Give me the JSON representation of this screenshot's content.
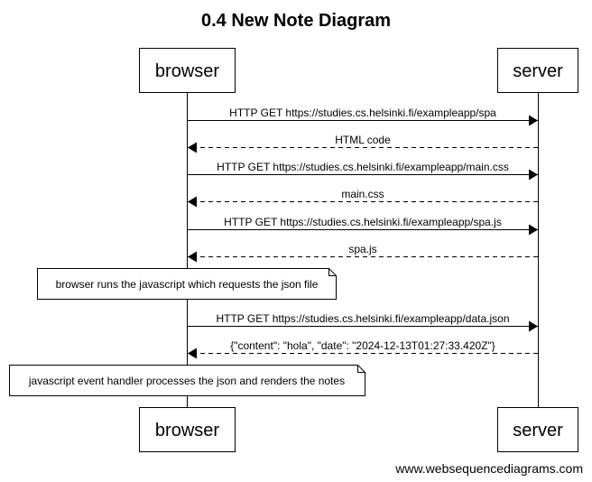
{
  "diagram": {
    "title": "0.4 New Note Diagram",
    "actors": [
      {
        "name": "browser"
      },
      {
        "name": "server"
      }
    ],
    "messages": [
      {
        "from": "browser",
        "to": "server",
        "label": "HTTP GET https://studies.cs.helsinki.fi/exampleapp/spa",
        "style": "solid"
      },
      {
        "from": "server",
        "to": "browser",
        "label": "HTML code",
        "style": "dashed"
      },
      {
        "from": "browser",
        "to": "server",
        "label": "HTTP GET https://studies.cs.helsinki.fi/exampleapp/main.css",
        "style": "solid"
      },
      {
        "from": "server",
        "to": "browser",
        "label": "main.css",
        "style": "dashed"
      },
      {
        "from": "browser",
        "to": "server",
        "label": "HTTP GET https://studies.cs.helsinki.fi/exampleapp/spa.js",
        "style": "solid"
      },
      {
        "from": "server",
        "to": "browser",
        "label": "spa.js",
        "style": "dashed"
      }
    ],
    "note1": "browser runs the javascript which requests the json file",
    "messages2": [
      {
        "from": "browser",
        "to": "server",
        "label": "HTTP GET https://studies.cs.helsinki.fi/exampleapp/data.json",
        "style": "solid"
      },
      {
        "from": "server",
        "to": "browser",
        "label": "{\"content\": \"hola\", \"date\": \"2024-12-13T01:27:33.420Z\"}",
        "style": "dashed"
      }
    ],
    "note2": "javascript event handler processes the json and renders the notes",
    "footer": "www.websequencediagrams.com"
  }
}
